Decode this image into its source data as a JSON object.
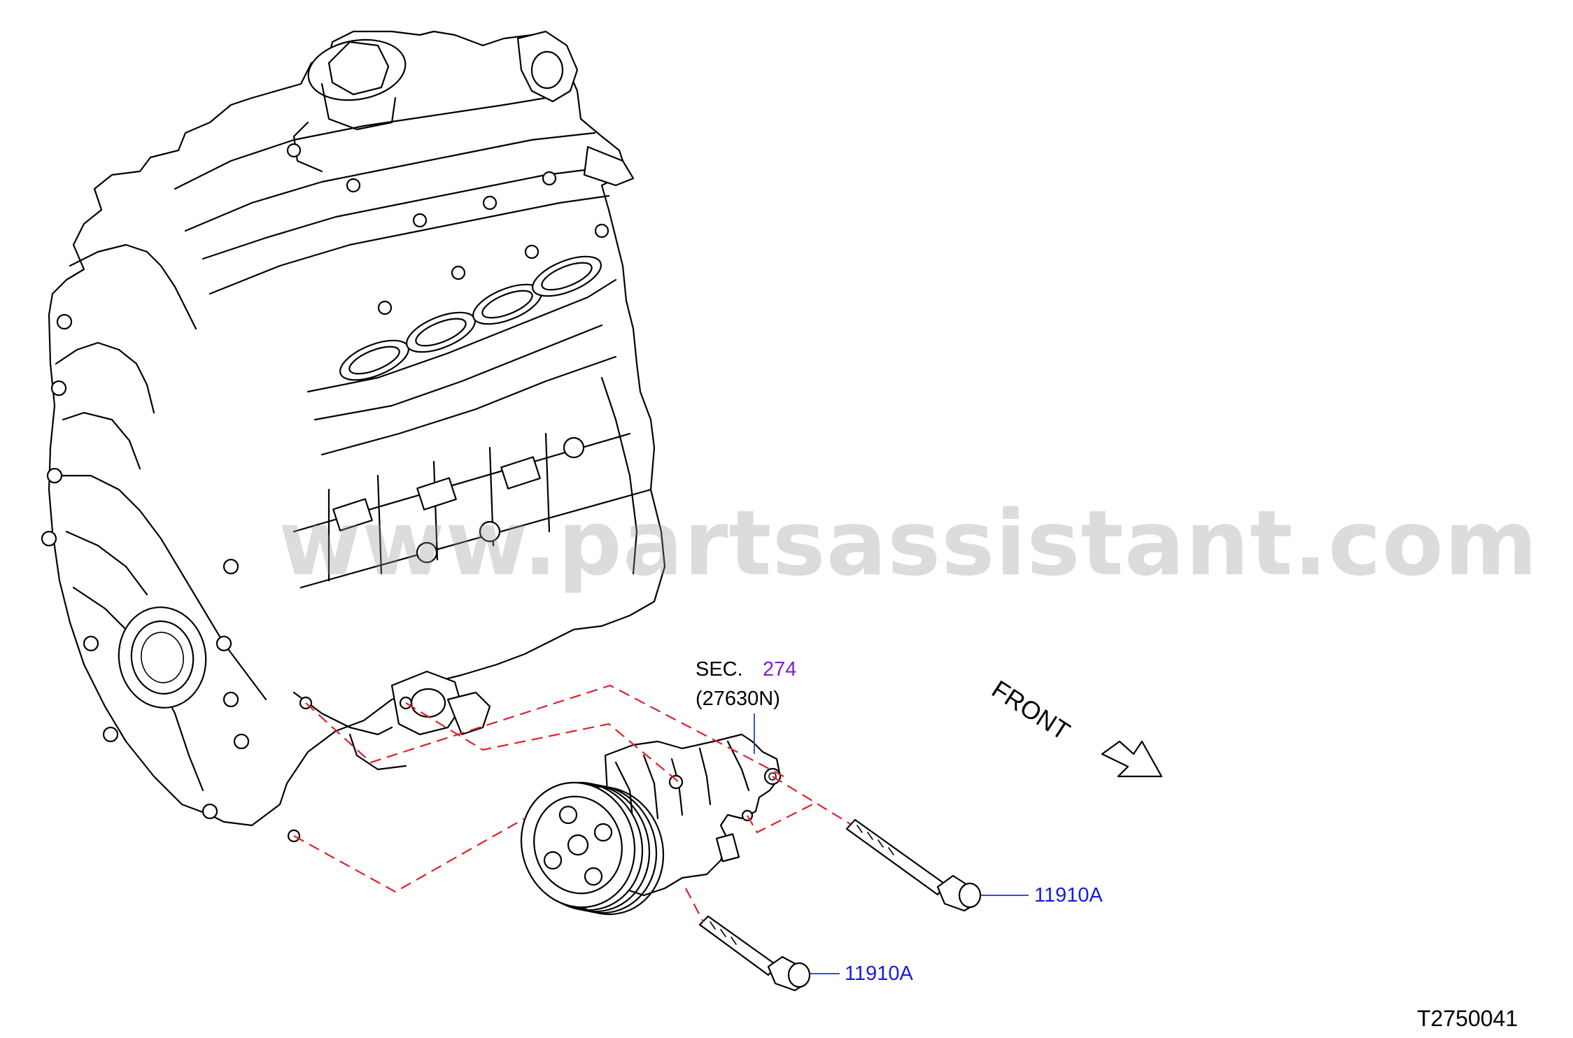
{
  "watermark": "www.partsassistant.com",
  "diagram_id": "T2750041",
  "front_label": "FRONT",
  "callouts": {
    "sec_prefix": "SEC.",
    "sec_number": "274",
    "sec_part": "(27630N)",
    "bolt_upper": "11910A",
    "bolt_lower": "11910A"
  },
  "colors": {
    "link_blue": "#1a1adb",
    "link_purple": "#7a1fd6",
    "dash_red": "#e0202a",
    "watermark_gray": "#969696"
  },
  "icons": {
    "front_arrow": "front-direction-arrow-icon"
  }
}
